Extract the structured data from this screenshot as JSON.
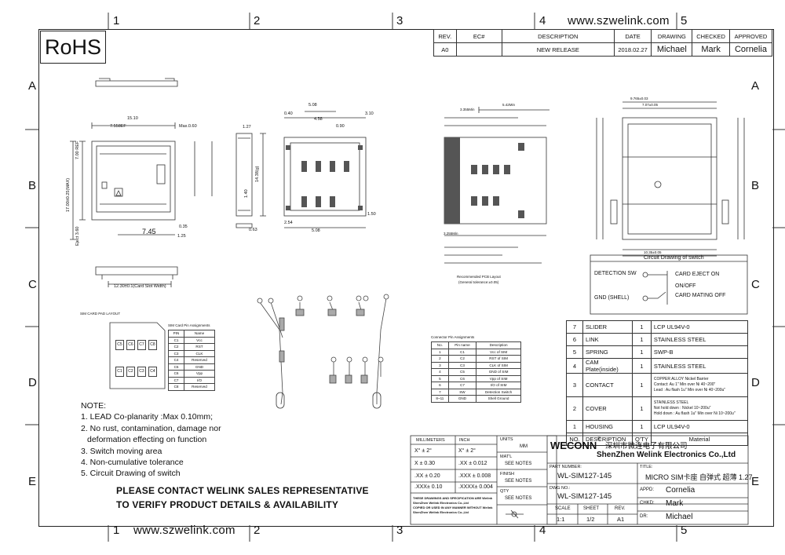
{
  "rohs": "RoHS",
  "website_top": "www.szwelink.com",
  "website_bottom": "www.szwelink.com",
  "zones": {
    "columns": [
      "1",
      "2",
      "3",
      "4",
      "5"
    ],
    "rows": [
      "A",
      "B",
      "C",
      "D",
      "E"
    ]
  },
  "revision_table": {
    "headers": [
      "REV.",
      "EC#",
      "DESCRIPTION",
      "DATE",
      "DRAWING",
      "CHECKED",
      "APPROVED"
    ],
    "row": [
      "A0",
      "",
      "NEW RELEASE",
      "2018.02.27",
      "Michael",
      "Mark",
      "Cornelia"
    ]
  },
  "notes": {
    "title": "NOTE:",
    "items": [
      "1. LEAD Co-planarity :Max 0.10mm;",
      "2. No rust, contamination, damage nor",
      "   deformation effecting on function",
      "3. Switch moving area",
      "4. Non-cumulative tolerance",
      "5. Circuit Drawing of switch"
    ]
  },
  "contact_notice": [
    "PLEASE CONTACT WELINK SALES REPRESENTATIVE",
    "TO VERIFY PRODUCT DETAILS & AVAILABILITY"
  ],
  "switch_circuit": {
    "title": "Circuit Drawing of switch",
    "detection": "DETECTION SW",
    "gnd": "GND (SHELL)",
    "card_eject": "CARD EJECT ON",
    "on_off": "ON/OFF",
    "card_mating": "CARD MATING OFF"
  },
  "bom": {
    "headers": [
      "NO.",
      "DESCRIPTION",
      "Q'TY",
      "Material"
    ],
    "rows": [
      [
        "7",
        "SLIDER",
        "1",
        "LCP UL94V-0"
      ],
      [
        "6",
        "LINK",
        "1",
        "STAINLESS STEEL"
      ],
      [
        "5",
        "SPRING",
        "1",
        "SWP-B"
      ],
      [
        "4",
        "CAM Plate(inside)",
        "1",
        "STAINLESS STEEL"
      ],
      [
        "3",
        "CONTACT",
        "1",
        "COPPER ALLOY Nickel Barrier\nContact: Au 1\" Min over Ni 40~200\"\nLead : Au flash 1u\" Min over Ni 40~200u\""
      ],
      [
        "2",
        "COVER",
        "1",
        "STAINLESS STEEL\nNot hold down : Nickel 10~200u\"\nHold down : Au flash 1u\" Min over Ni 10~200u\""
      ],
      [
        "1",
        "HOUSING",
        "1",
        "LCP UL94V-0"
      ]
    ]
  },
  "tolerance": {
    "mm_header": "MILLIMETERS",
    "inch_header": "INCH",
    "ang_mm": "X° ± 2°",
    "ang_in": "X° ± 2°",
    "rows": [
      [
        "X ± 0.30",
        ".XX ± 0.012"
      ],
      [
        ".XX ± 0.20",
        ".XXX ± 0.008"
      ],
      [
        ".XXX± 0.10",
        ".XXXX± 0.004"
      ]
    ],
    "footnote": [
      "THESE DRAWINGS AND SPECIFICATION ARE Welink",
      "ShenZhen Welink Electronics Co.,Ltd",
      "COPIED OR USED IN ANY MANNER WITHOUT Welink",
      "ShenZhen Welink Electronics Co.,Ltd"
    ]
  },
  "title_block": {
    "units_label": "UNITS",
    "units": "MM",
    "matl_label": "MAT'L",
    "matl": "SEE NOTES",
    "finish_label": "FINISH",
    "finish": "SEE NOTES",
    "qty_label": "QTY",
    "qty": "SEE NOTES",
    "company_logo": "WECONN",
    "company_cn": "深圳市微连电子有限公司",
    "company_en": "ShenZhen Welink Electronics Co.,Ltd",
    "part_label": "PART NUMBER:",
    "part": "WL-SIM127-145",
    "title_label": "TITLE:",
    "title": "MICRO SIM卡座 自弹式 超薄 1.27",
    "dwg_label": "DWG NO.:",
    "dwg": "WL-SIM127-145",
    "appd_label": "APPD:",
    "appd": "Cornelia",
    "chkd_label": "CHKD:",
    "chkd": "Mark",
    "dr_label": "DR:",
    "dr": "Michael",
    "scale_label": "SCALE",
    "scale": "1:1",
    "sheet_label": "SHEET",
    "sheet": "1/2",
    "rev_label": "REV.",
    "rev": "A1"
  },
  "sim_pad": {
    "title": "SIM CARD PAD LAYOUT",
    "pins_top": [
      "C5",
      "C6",
      "C7",
      "C8"
    ],
    "pins_bottom": [
      "C1",
      "C2",
      "C3",
      "C4"
    ]
  },
  "sim_pin_table": {
    "title": "SIM Card Pin Assignments",
    "headers": [
      "PIN",
      "Name"
    ],
    "rows": [
      [
        "C1",
        "Vcc"
      ],
      [
        "C2",
        "RST"
      ],
      [
        "C3",
        "CLK"
      ],
      [
        "C4",
        "Reserved"
      ],
      [
        "C5",
        "GND"
      ],
      [
        "C6",
        "Vpp"
      ],
      [
        "C7",
        "I/O"
      ],
      [
        "C8",
        "Reserved"
      ]
    ]
  },
  "connector_table": {
    "title": "Connector Pin Assignments",
    "headers": [
      "No.",
      "Pin name",
      "Description"
    ],
    "rows": [
      [
        "1",
        "C1",
        "Vcc of SIM"
      ],
      [
        "2",
        "C2",
        "RST of SIM"
      ],
      [
        "3",
        "C3",
        "CLK of SIM"
      ],
      [
        "4",
        "C5",
        "GND of SIM"
      ],
      [
        "5",
        "C6",
        "Vpp of SIM"
      ],
      [
        "6",
        "C7",
        "I/O of SIM"
      ],
      [
        "7",
        "SW",
        "Detection Switch"
      ],
      [
        "8~11",
        "GND",
        "Shell Ground"
      ]
    ]
  },
  "dims": {
    "side_top": "",
    "w1510": "15.10",
    "w7558": "7.558EF",
    "max060": "Max.0.60",
    "d700": "7.00 REF",
    "d1700": "17.00±0.25(MAX)",
    "d745": "7.45",
    "d035": "0.35",
    "d125": "1.25",
    "eject": "Eject 3.60",
    "card_slot": "12.30±0.1(Card Slot Width)",
    "d127": "1.27",
    "d1438": "14.38(g)",
    "d140": "1.40",
    "d063": "0.63",
    "d508": "5.08",
    "d040": "0.40",
    "d090": "0.90",
    "d458": "4.58",
    "d310": "3.10",
    "d254": "2.54",
    "d150": "1.50",
    "pcb_title": "Recommended PCB Layout",
    "pcb_sub": "(General tolerance:±0.05)",
    "p3355": "3.355Min",
    "p542": "5.42Min",
    "p3255": "3.255Min",
    "p9765": "9.765±0.03",
    "p707": "7.07±0.05",
    "p1035": "10.35±0.05"
  }
}
